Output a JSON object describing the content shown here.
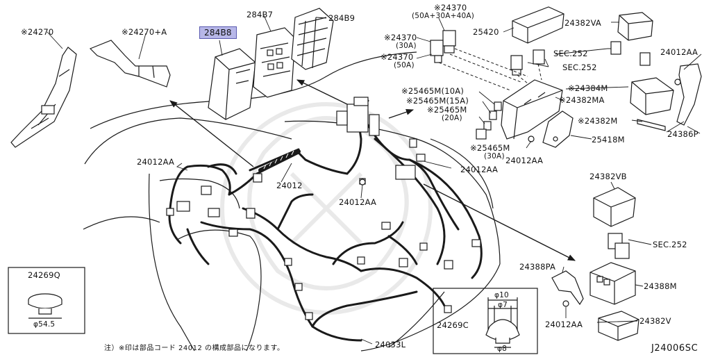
{
  "labels": {
    "p24270": "※24270",
    "p24270a": "※24270+A",
    "p284b8": "284B8",
    "p284b7": "284B7",
    "p284b9": "284B9",
    "p24370_top": "※24370",
    "p24370_top_sub": "(50A+30A+40A)",
    "p24370_30a": "※24370",
    "p24370_30a_sub": "(30A)",
    "p24370_50a": "※24370",
    "p24370_50a_sub": "(50A)",
    "p25420": "25420",
    "p24382va": "24382VA",
    "sec252_a": "SEC.252",
    "sec252_b": "SEC.252",
    "p24012aa_tr": "24012AA",
    "p25465m_10a": "※25465M(10A)",
    "p25465m_15a": "※25465M(15A)",
    "p25465m_20a": "※25465M",
    "p25465m_20a_sub": "(20A)",
    "p24384m": "※24384M",
    "p24382ma": "※24382MA",
    "p24382m": "※24382M",
    "p24386p": "24386P",
    "p25418m": "25418M",
    "p25465m_30a": "※25465M",
    "p25465m_30a_sub": "(30A)",
    "p24012aa_mid": "24012AA",
    "p24012aa_right": "24012AA",
    "p24012aa_left": "24012AA",
    "p24012": "24012",
    "p24012aa_center": "24012AA",
    "p24382vb": "24382VB",
    "sec252_c": "SEC.252",
    "p24388pa": "24388PA",
    "p24388m": "24388M",
    "p24012aa_br": "24012AA",
    "p24382v": "24382V",
    "p24269q": "24269Q",
    "dim_545": "φ54.5",
    "p24269c": "24269C",
    "dim_10": "φ10",
    "dim_7": "φ7",
    "dim_8": "φ8",
    "p24033l": "24033L",
    "footnote": "注）※印は部品コード 24012 の構成部品になります。",
    "diagram_code": "J24006SC"
  },
  "colors": {
    "line": "#1a1a1a",
    "highlight": "#b7b7e8",
    "watermark": "#e6e6e6"
  }
}
